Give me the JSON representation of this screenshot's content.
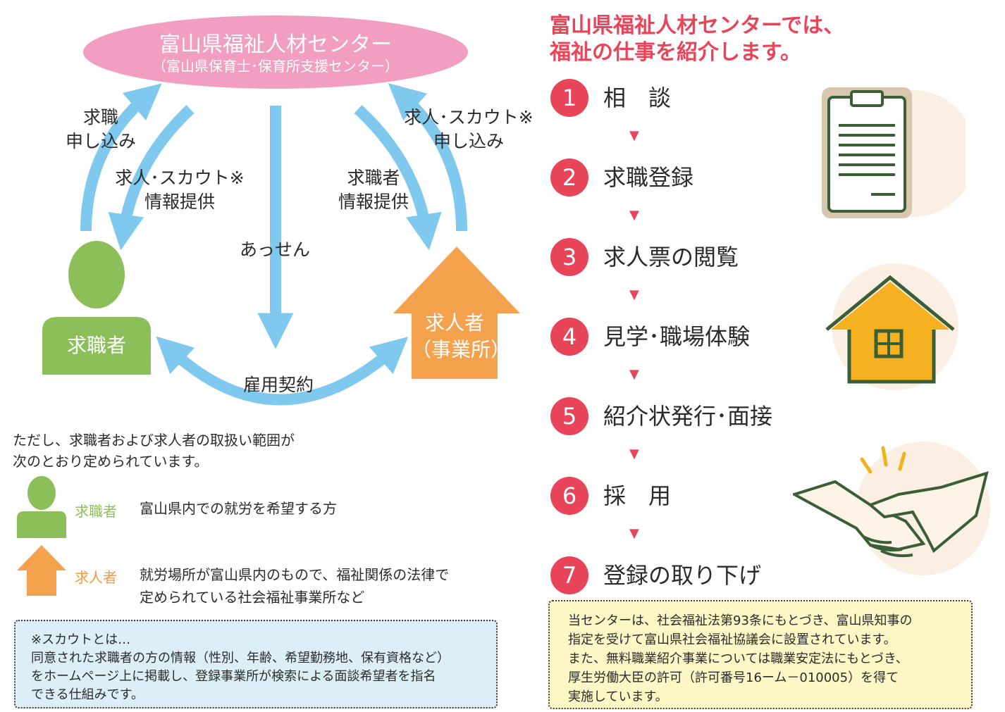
{
  "center": {
    "title": "富山県福祉人材センター",
    "subtitle": "（富山県保育士･保育所支援センター）"
  },
  "arrows": {
    "job_apply": "求職\n申し込み",
    "offer_info": "求人･スカウト※\n情報提供",
    "assen": "あっせん",
    "seeker_info": "求職者\n情報提供",
    "offer_apply": "求人･スカウト※\n申し込み",
    "contract": "雇用契約"
  },
  "seeker_label": "求職者",
  "employer_label": "求人者\n（事業所）",
  "note": "ただし、求職者および求人者の取扱い範囲が\n次のとおり定められています。",
  "legend": [
    {
      "name": "求職者",
      "desc": "富山県内での就労を希望する方",
      "color": "#8cbf5a"
    },
    {
      "name": "求人者",
      "desc": "就労場所が富山県内のもので、福祉関係の法律で\n定められている社会福祉事業所など",
      "color": "#f19a3e"
    }
  ],
  "scout_note": "※スカウトとは…\n同意された求職者の方の情報（性別、年齢、希望勤務地、保有資格など）\nをホームページ上に掲載し、登録事業所が検索による面談希望者を指名\nできる仕組みです。",
  "right_title": "富山県福祉人材センターでは、\n福祉の仕事を紹介します。",
  "steps": [
    {
      "num": "1",
      "label": "相　談"
    },
    {
      "num": "2",
      "label": "求職登録"
    },
    {
      "num": "3",
      "label": "求人票の閲覧"
    },
    {
      "num": "4",
      "label": "見学･職場体験"
    },
    {
      "num": "5",
      "label": "紹介状発行･面接"
    },
    {
      "num": "6",
      "label": "採　用"
    },
    {
      "num": "7",
      "label": "登録の取り下げ"
    }
  ],
  "step_arrow": "▼",
  "footer": "当センターは、社会福祉法第93条にもとづき、富山県知事の\n指定を受けて富山県社会福祉協議会に設置されています。\nまた、無料職業紹介事業については職業安定法にもとづき、\n厚生労働大臣の許可（許可番号16ーム－010005）を得て\n実施しています。",
  "colors": {
    "accent": "#e8455a",
    "arrow": "#7fc8ee",
    "pink": "#f19ec2",
    "green": "#8cbf5a",
    "orange": "#f5a24f"
  }
}
